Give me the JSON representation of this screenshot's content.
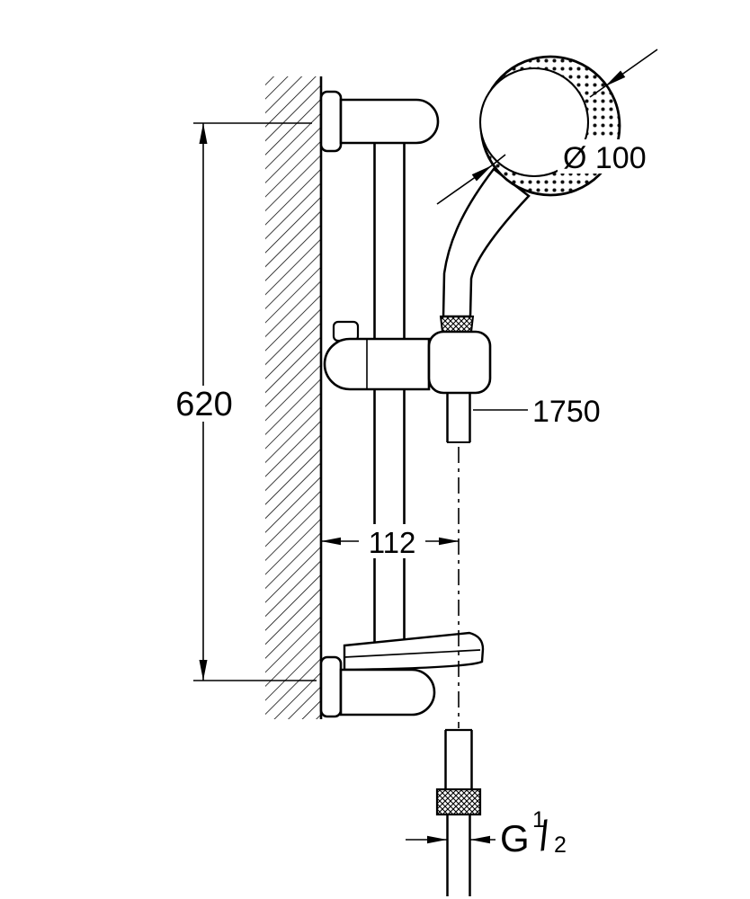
{
  "drawing": {
    "type": "technical-dimension-drawing",
    "subject": "shower rail set with hand shower, wall mount and shower hose",
    "colors": {
      "line": "#000000",
      "background": "#ffffff"
    },
    "dimensions": {
      "rail_height": "620",
      "head_diameter": "Ø 100",
      "hose_length": "1750",
      "wall_offset": "112",
      "thread": {
        "prefix": "G",
        "numerator": "1",
        "slash": "/",
        "denominator": "2"
      }
    }
  }
}
